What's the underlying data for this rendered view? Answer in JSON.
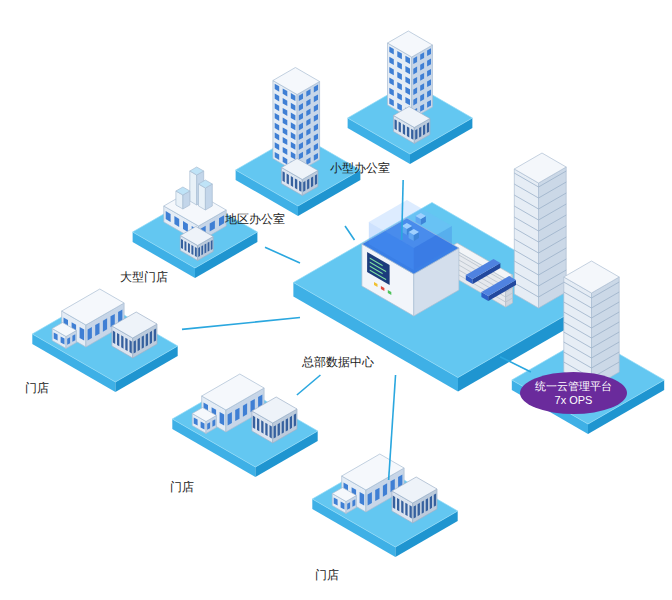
{
  "diagram": {
    "nodes": [
      {
        "text": [
          "小型办公室"
        ]
      },
      {
        "text": [
          "地区办公室"
        ]
      },
      {
        "text": [
          "大型门店"
        ]
      },
      {
        "text": [
          "门店"
        ]
      },
      {
        "text": [
          "总部数据中心"
        ]
      },
      {
        "text": [
          "统一云管理平台",
          "7x OPS"
        ]
      },
      {
        "text": [
          "门店"
        ]
      },
      {
        "text": [
          "门店"
        ]
      }
    ],
    "edges": [
      {
        "from": 0,
        "to": 4,
        "arrow": "none"
      },
      {
        "from": 1,
        "to": 4,
        "arrow": "none"
      },
      {
        "from": 2,
        "to": 4,
        "arrow": "none"
      },
      {
        "from": 3,
        "to": 4,
        "arrow": "none"
      },
      {
        "from": 6,
        "to": 4,
        "arrow": "none"
      },
      {
        "from": 7,
        "to": 4,
        "arrow": "none"
      },
      {
        "from": 4,
        "to": 5,
        "arrow": "none"
      }
    ]
  }
}
